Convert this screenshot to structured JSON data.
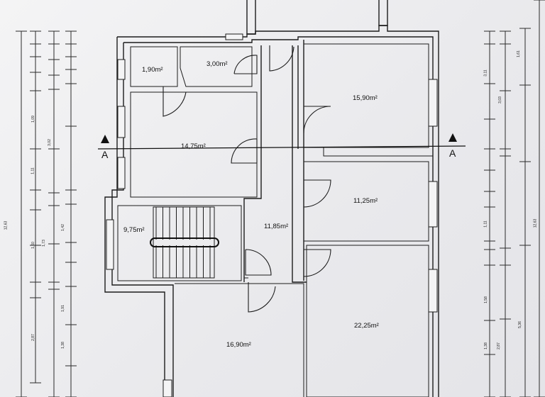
{
  "rooms": {
    "r1": "1,90m²",
    "r2": "3,00m²",
    "r3": "15,90m²",
    "r4": "14,75m²",
    "r5": "11,25m²",
    "r6": "9,75m²",
    "r7": "11,85m²",
    "r8": "16,90m²",
    "r9": "22,25m²"
  },
  "section": {
    "left": "A",
    "right": "A"
  },
  "dims": {
    "left_total": "12,63",
    "right_total": "12,63",
    "l1": "1,09",
    "l2": "1,11",
    "l3": "1,60",
    "l4": "2,87",
    "l5": "1,38",
    "l6": "3,02",
    "l7": "1,73",
    "l8": "1,42",
    "l9": "1,91",
    "r_a": "3,11",
    "r_b": "3,03",
    "r_c": "1,11",
    "r_d": "1,58",
    "r_e": "1,38",
    "r_f": "2,87",
    "r_g": "5,36",
    "r_h": "1,61"
  },
  "colors": {
    "line": "#1c1c1c",
    "paper": "#f0f0f2"
  }
}
